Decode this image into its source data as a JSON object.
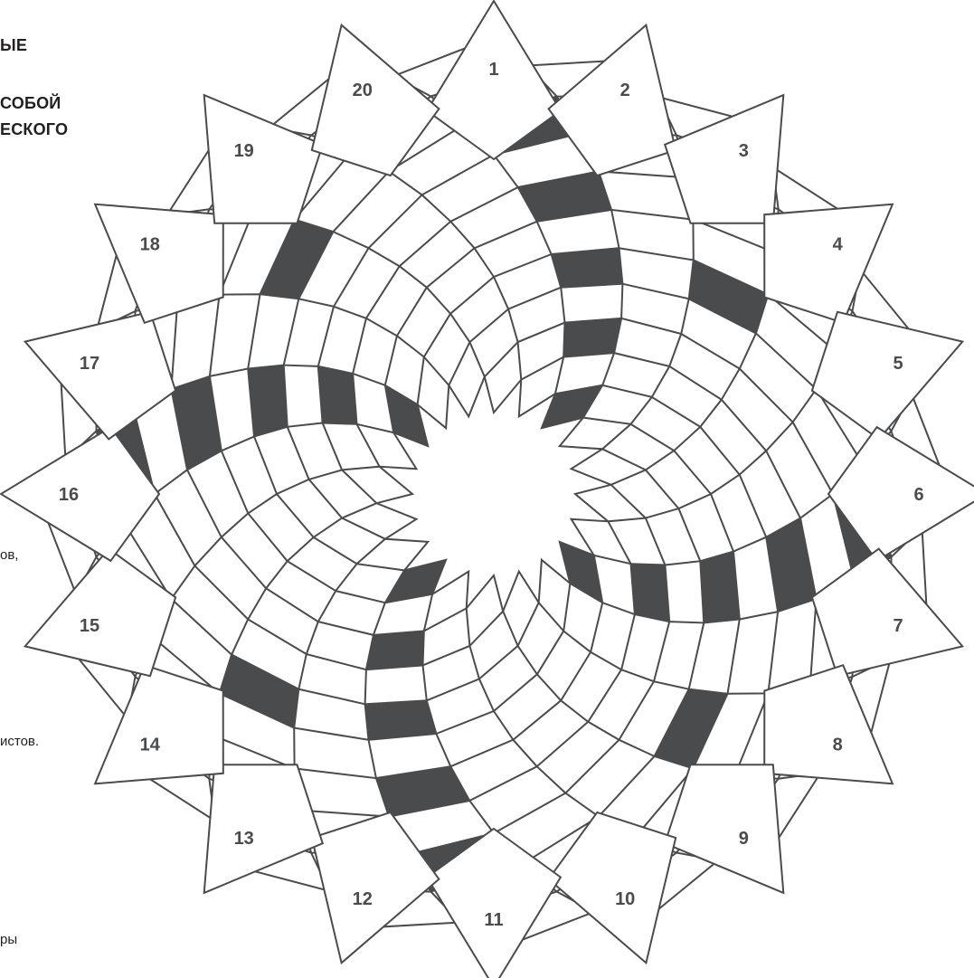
{
  "left_text": {
    "heading_line_1": "ЫЕ",
    "heading_line_2": "СОБОЙ",
    "heading_line_3": "ЕСКОГО",
    "fragment_1": "ов,",
    "fragment_2": "истов.",
    "fragment_3": "ры"
  },
  "rosette": {
    "petal_count": 20,
    "sector_labels": [
      "1",
      "2",
      "3",
      "4",
      "5",
      "6",
      "7",
      "8",
      "9",
      "10",
      "11",
      "12",
      "13",
      "14",
      "15",
      "16",
      "17",
      "18",
      "19",
      "20"
    ],
    "colors": {
      "line": "#4a4b4d",
      "fill_dark": "#4a4b4d",
      "fill_light": "#ffffff",
      "label": "#4a4b4d"
    }
  }
}
